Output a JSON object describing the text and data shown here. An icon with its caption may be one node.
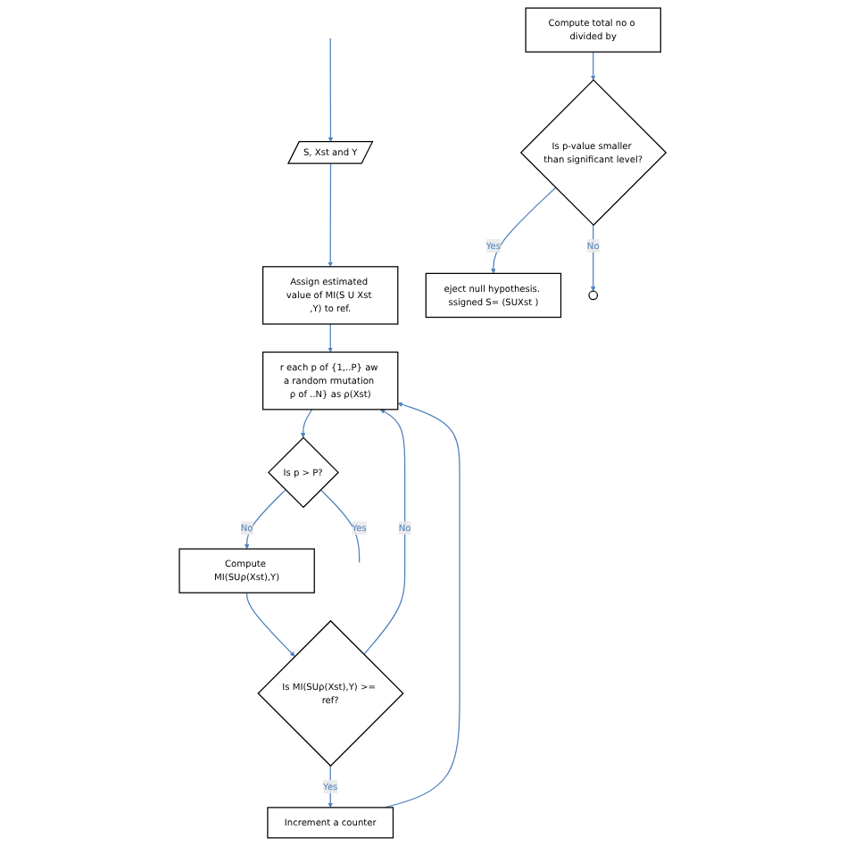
{
  "diagram": {
    "nodes": [
      {
        "text": [
          "S, Xst and Y"
        ]
      },
      {
        "text": [
          "Assign estimated value of MI(S U Xst ,Y) to ref."
        ]
      },
      {
        "text": [
          "r each p of {1,..P} aw a random rmutation ρ of ..N} as ρ(Xst)"
        ]
      },
      {
        "text": [
          "Is p > P?"
        ]
      },
      {
        "text": [
          "Compute MI(SUρ(Xst),Y)"
        ]
      },
      {
        "text": [
          "Is MI(SUρ(Xst),Y) >= ref?"
        ]
      },
      {
        "text": [
          "Increment a counter"
        ]
      },
      {
        "text": [
          "Is p-value smaller than significant level?"
        ]
      },
      {
        "text": [
          "Compute total no o divided by"
        ]
      },
      {
        "text": [
          "eject null hypothesis. ssigned S= (SUXst )"
        ]
      },
      {
        "text": [],
        "shape": "circle"
      }
    ],
    "edges": [
      {
        "from": null,
        "to": 0,
        "arrow": "to"
      },
      {
        "from": 0,
        "to": 1,
        "arrow": "to"
      },
      {
        "from": 1,
        "to": 2,
        "arrow": "to"
      },
      {
        "from": 2,
        "to": 3,
        "arrow": "to"
      },
      {
        "from": 3,
        "to": null,
        "arrow": "none",
        "label": "Yes"
      },
      {
        "from": 3,
        "to": 4,
        "arrow": "to",
        "label": "No"
      },
      {
        "from": 4,
        "to": 5,
        "arrow": "to"
      },
      {
        "from": 5,
        "to": 2,
        "arrow": "to",
        "label": "No"
      },
      {
        "from": 5,
        "to": 6,
        "arrow": "to",
        "label": "Yes"
      },
      {
        "from": 6,
        "to": 2,
        "arrow": "to"
      },
      {
        "from": 8,
        "to": 7,
        "arrow": "to"
      },
      {
        "from": 7,
        "to": 9,
        "arrow": "to",
        "label": "Yes"
      },
      {
        "from": 7,
        "to": 10,
        "arrow": "to",
        "label": "No"
      }
    ]
  }
}
